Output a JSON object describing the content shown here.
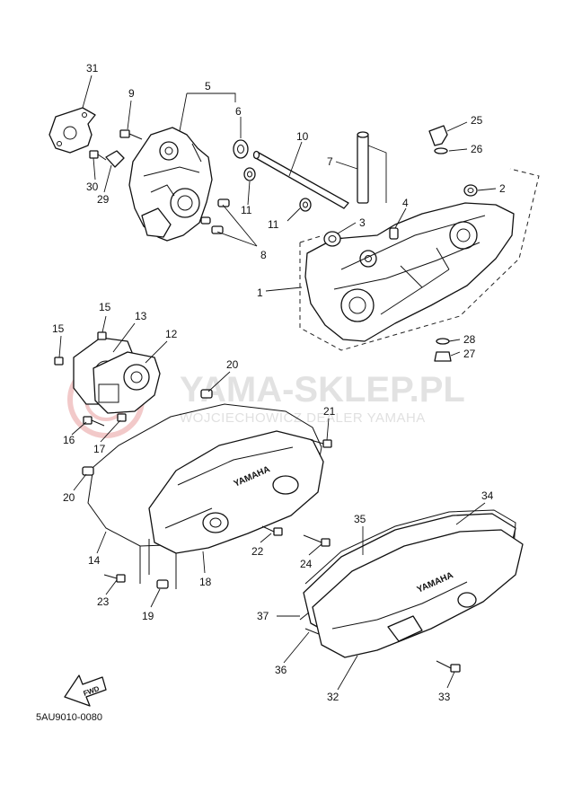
{
  "watermark": {
    "title": "YAMA-SKLEP.PL",
    "subtitle": "WOJCIECHOWICZ DEALER YAMAHA",
    "color": "#d9d9d9",
    "logo_color": "#f2c9c9"
  },
  "brand_marks": {
    "crankcase_cover": "YAMAHA",
    "outer_cover": "YAMAHA"
  },
  "fwd_label": "FWD",
  "diagram_code": "5AU9010-0080",
  "callouts": [
    {
      "id": "c31",
      "label": "31"
    },
    {
      "id": "c9",
      "label": "9"
    },
    {
      "id": "c5",
      "label": "5"
    },
    {
      "id": "c6",
      "label": "6"
    },
    {
      "id": "c10",
      "label": "10"
    },
    {
      "id": "c7",
      "label": "7"
    },
    {
      "id": "c25",
      "label": "25"
    },
    {
      "id": "c26",
      "label": "26"
    },
    {
      "id": "c2",
      "label": "2"
    },
    {
      "id": "c30",
      "label": "30"
    },
    {
      "id": "c29",
      "label": "29"
    },
    {
      "id": "c11a",
      "label": "11"
    },
    {
      "id": "c11b",
      "label": "11"
    },
    {
      "id": "c3",
      "label": "3"
    },
    {
      "id": "c4",
      "label": "4"
    },
    {
      "id": "c8",
      "label": "8"
    },
    {
      "id": "c1",
      "label": "1"
    },
    {
      "id": "c15a",
      "label": "15"
    },
    {
      "id": "c13",
      "label": "13"
    },
    {
      "id": "c15b",
      "label": "15"
    },
    {
      "id": "c12",
      "label": "12"
    },
    {
      "id": "c28",
      "label": "28"
    },
    {
      "id": "c27",
      "label": "27"
    },
    {
      "id": "c20a",
      "label": "20"
    },
    {
      "id": "c21",
      "label": "21"
    },
    {
      "id": "c16",
      "label": "16"
    },
    {
      "id": "c17",
      "label": "17"
    },
    {
      "id": "c20b",
      "label": "20"
    },
    {
      "id": "c14",
      "label": "14"
    },
    {
      "id": "c22",
      "label": "22"
    },
    {
      "id": "c34",
      "label": "34"
    },
    {
      "id": "c35",
      "label": "35"
    },
    {
      "id": "c24",
      "label": "24"
    },
    {
      "id": "c18",
      "label": "18"
    },
    {
      "id": "c23",
      "label": "23"
    },
    {
      "id": "c19",
      "label": "19"
    },
    {
      "id": "c37",
      "label": "37"
    },
    {
      "id": "c36",
      "label": "36"
    },
    {
      "id": "c32",
      "label": "32"
    },
    {
      "id": "c33",
      "label": "33"
    }
  ]
}
